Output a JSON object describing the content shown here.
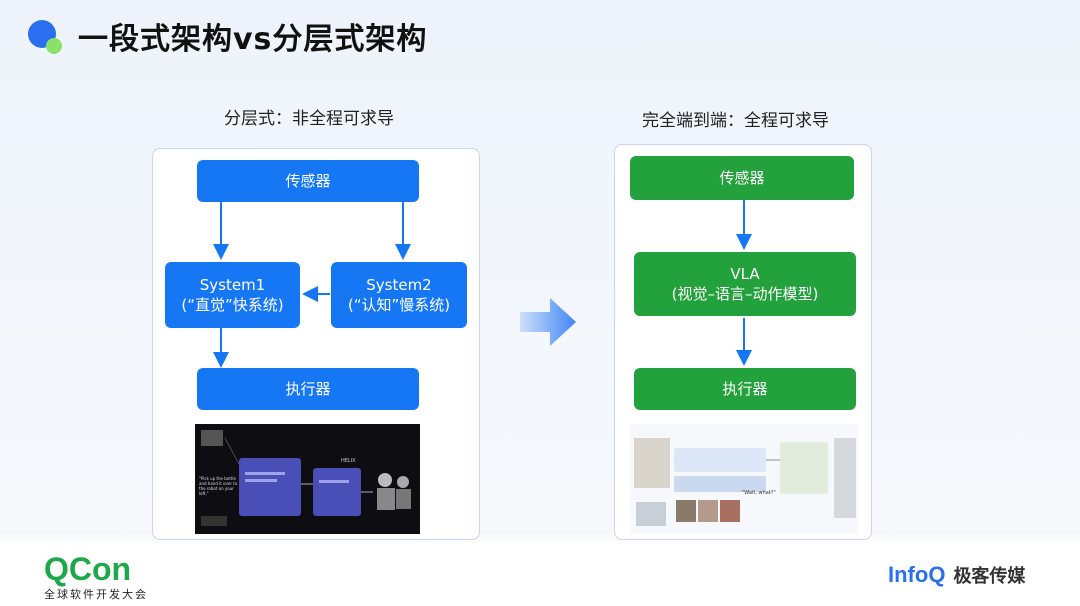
{
  "slide": {
    "title": "一段式架构vs分层式架构",
    "left_subtitle": "分层式：非全程可求导",
    "right_subtitle": "完全端到端：全程可求导"
  },
  "left_diagram": {
    "sensor": "传感器",
    "system1_line1": "System1",
    "system1_line2": "(“直觉”快系统)",
    "system2_line1": "System2",
    "system2_line2": "(“认知”慢系统)",
    "actuator": "执行器"
  },
  "right_diagram": {
    "sensor": "传感器",
    "vla_line1": "VLA",
    "vla_line2": "(视觉–语言–动作模型)",
    "actuator": "执行器"
  },
  "left_thumbnail": {
    "quote": "\"Pick up the bottle and hand it over to the robot on your left.\"",
    "brand": "HELIX"
  },
  "right_thumbnail": {
    "caption": "\"Wait, what?\""
  },
  "footer": {
    "qcon": "QCon",
    "qcon_sub": "全球软件开发大会",
    "infoq": "InfoQ",
    "infoq_cn": "极客传媒"
  },
  "colors": {
    "blue": "#1677f5",
    "green": "#23a13c",
    "qcon_green": "#1ea84a",
    "infoq_blue": "#2a6ff0"
  }
}
